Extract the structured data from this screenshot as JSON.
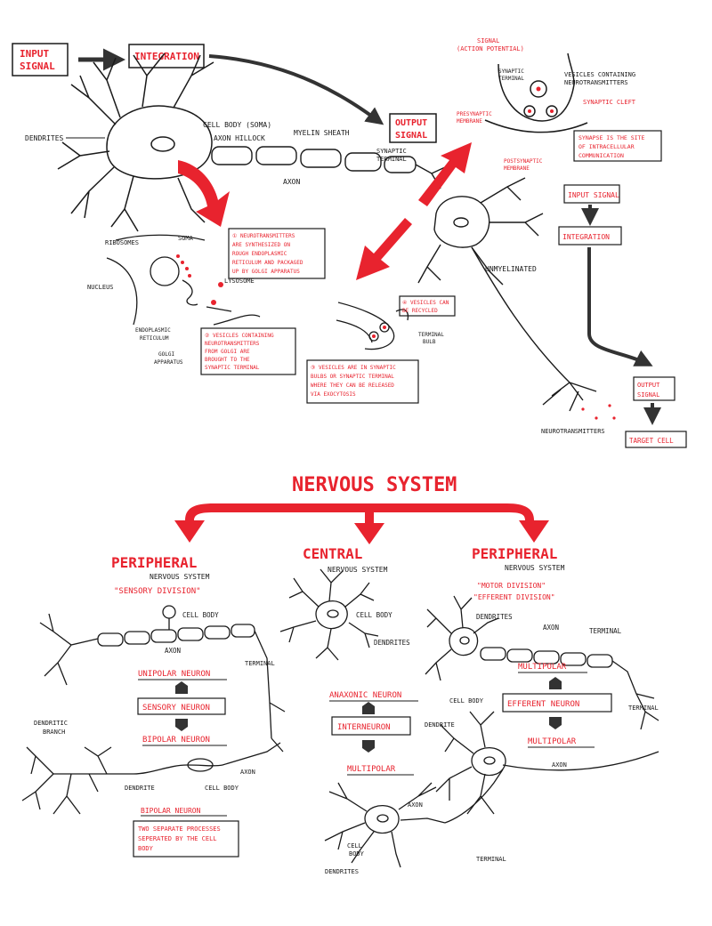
{
  "colors": {
    "red": "#e8232e",
    "ink": "#1a1a1a",
    "paper": "#ffffff",
    "arrow_dark": "#333333"
  },
  "top": {
    "input_signal": [
      "INPUT",
      "SIGNAL"
    ],
    "integration": "INTEGRATION",
    "output_signal": [
      "OUTPUT",
      "SIGNAL"
    ],
    "neuron_labels": {
      "dendrites": "DENDRITES",
      "cell_body": "CELL BODY (SOMA)",
      "axon_hillock": "AXON HILLOCK",
      "myelin_sheath": "MYELIN SHEATH",
      "axon": "AXON",
      "synaptic_terminal": [
        "SYNAPTIC",
        "TERMINAL"
      ],
      "unmyelinated": "UNMYELINATED",
      "neurotransmitters": "NEUROTRANSMITTERS"
    },
    "synapse": {
      "signal": [
        "SIGNAL",
        "(ACTION POTENTIAL)"
      ],
      "synaptic_terminal": [
        "SYNAPTIC",
        "TERMINAL"
      ],
      "vesicles": [
        "VESICLES CONTAINING",
        "NEUROTRANSMITTERS"
      ],
      "synaptic_cleft": "SYNAPTIC CLEFT",
      "presynaptic": [
        "PRESYNAPTIC",
        "MEMBRANE"
      ],
      "postsynaptic": [
        "POSTSYNAPTIC",
        "MEMBRANE"
      ],
      "site_note": [
        "SYNAPSE IS THE SITE",
        "OF INTRACELLULAR",
        "COMMUNICATION"
      ]
    },
    "soma_detail": {
      "ribosomes": "RIBOSOMES",
      "soma": "SOMA",
      "nucleus": "NUCLEUS",
      "er": [
        "ENDOPLASMIC",
        "RETICULUM"
      ],
      "golgi": [
        "GOLGI",
        "APPARATUS"
      ],
      "lysosome": "LYSOSOME"
    },
    "notes": {
      "n1": [
        "① NEUROTRANSMITTERS",
        "ARE SYNTHESIZED ON",
        "ROUGH ENDOPLASMIC",
        "RETICULUM AND PACKAGED",
        "UP BY GOLGI APPARATUS"
      ],
      "n2": [
        "② VESICLES CONTAINING",
        "NEUROTRANSMITTERS",
        "FROM GOLGI ARE",
        "BROUGHT TO THE",
        "SYNAPTIC TERMINAL"
      ],
      "n3": [
        "③ VESICLES ARE IN SYNAPTIC",
        "BULBS OR SYNAPTIC TERMINAL",
        "WHERE THEY CAN BE RELEASED",
        "VIA EXOCYTOSIS"
      ],
      "n4": [
        "④ VESICLES CAN",
        "BE RECYCLED"
      ]
    },
    "terminal_bulb": [
      "TERMINAL",
      "BULB"
    ],
    "flow2": {
      "input": "INPUT SIGNAL",
      "integration": "INTEGRATION",
      "output": [
        "OUTPUT",
        "SIGNAL"
      ],
      "target": "TARGET CELL"
    }
  },
  "bottom": {
    "title": "NERVOUS SYSTEM",
    "left": {
      "heading": "PERIPHERAL",
      "sub": "NERVOUS SYSTEM",
      "division": "\"SENSORY DIVISION\"",
      "unipolar": "UNIPOLAR NEURON",
      "sensory": "SENSORY NEURON",
      "bipolar": "BIPOLAR NEURON",
      "labels": {
        "cell_body_top": "CELL BODY",
        "axon_top": "AXON",
        "terminal": "TERMINAL",
        "dendritic_branch": [
          "DENDRITIC",
          "BRANCH"
        ],
        "dendrite": "DENDRITE",
        "cell_body_bottom": "CELL BODY",
        "axon_bottom": "AXON"
      },
      "bipolar_note_title": "BIPOLAR NEURON",
      "bipolar_note": [
        "TWO SEPARATE PROCESSES",
        "SEPERATED BY THE CELL",
        "BODY"
      ]
    },
    "center": {
      "heading": "CENTRAL",
      "sub": "NERVOUS SYSTEM",
      "anaxonic": "ANAXONIC NEURON",
      "interneuron": "INTERNEURON",
      "multipolar": "MULTIPOLAR",
      "labels": {
        "cell_body_top": "CELL BODY",
        "dendrites": "DENDRITES",
        "dendrite": "DENDRITE",
        "axon": "AXON",
        "cell_body_bottom": [
          "CELL",
          "BODY"
        ],
        "dendrites_bottom": "DENDRITES",
        "terminal": "TERMINAL"
      }
    },
    "right": {
      "heading": "PERIPHERAL",
      "sub": "NERVOUS SYSTEM",
      "division": [
        "\"MOTOR DIVISION\"",
        "\"EFFERENT DIVISION\""
      ],
      "multipolar_top": "MULTIPOLAR",
      "efferent": "EFFERENT NEURON",
      "multipolar_bottom": "MULTIPOLAR",
      "labels": {
        "dendrites": "DENDRITES",
        "axon": "AXON",
        "terminal": "TERMINAL",
        "cell_body": "CELL BODY",
        "terminal2": "TERMINAL",
        "axon2": "AXON"
      }
    }
  }
}
